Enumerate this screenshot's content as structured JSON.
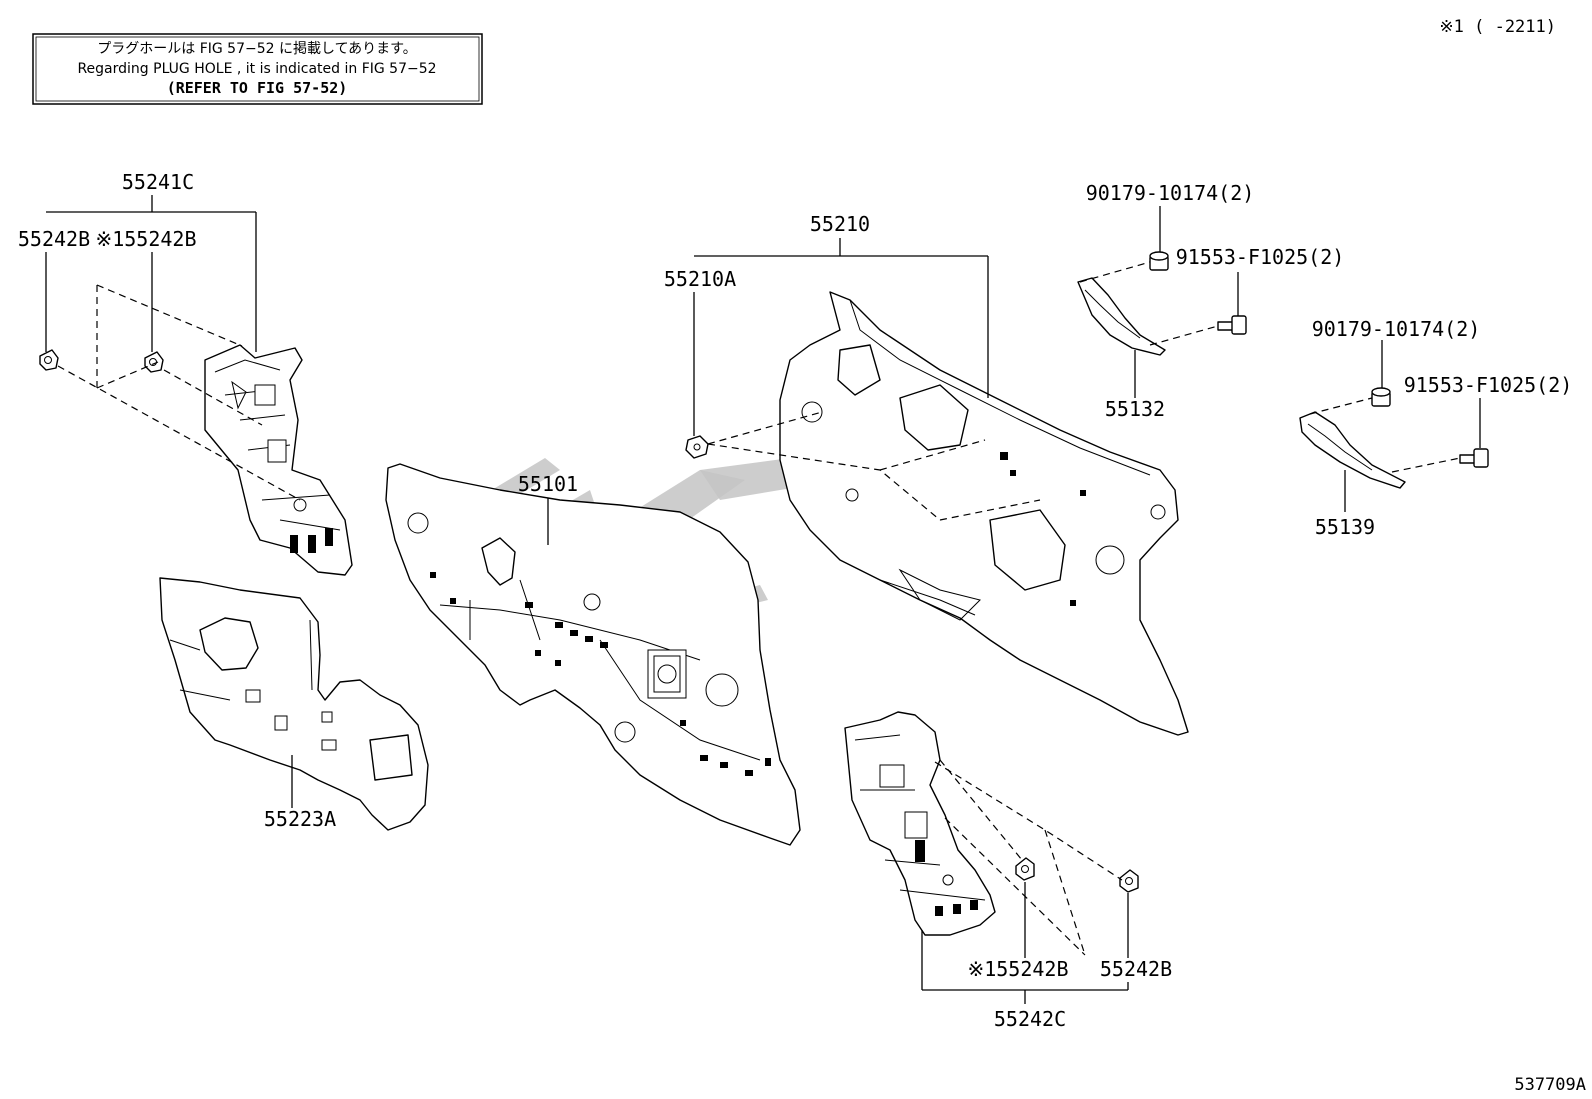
{
  "note": {
    "line_jp": "プラグホールは FIG 57−52 に掲載してあります。",
    "line_en": "Regarding  PLUG  HOLE , it is indicated in FIG  57−52",
    "line_ref": "(REFER TO FIG 57-52)"
  },
  "corner_note": "※1 (     -2211)",
  "figure_id": "537709A",
  "labels": {
    "p55241C": "55241C",
    "p55242B_left_a": "55242B",
    "p55242B_left_b": "※155242B",
    "p55210": "55210",
    "p55210A": "55210A",
    "p90179_top": "90179-10174(2)",
    "p91553_top": "91553-F1025(2)",
    "p55132": "55132",
    "p90179_right": "90179-10174(2)",
    "p91553_right": "91553-F1025(2)",
    "p55139": "55139",
    "p55101": "55101",
    "p55223A": "55223A",
    "p55242B_bottom_a": "※155242B",
    "p55242B_bottom_b": "55242B",
    "p55242C": "55242C"
  }
}
